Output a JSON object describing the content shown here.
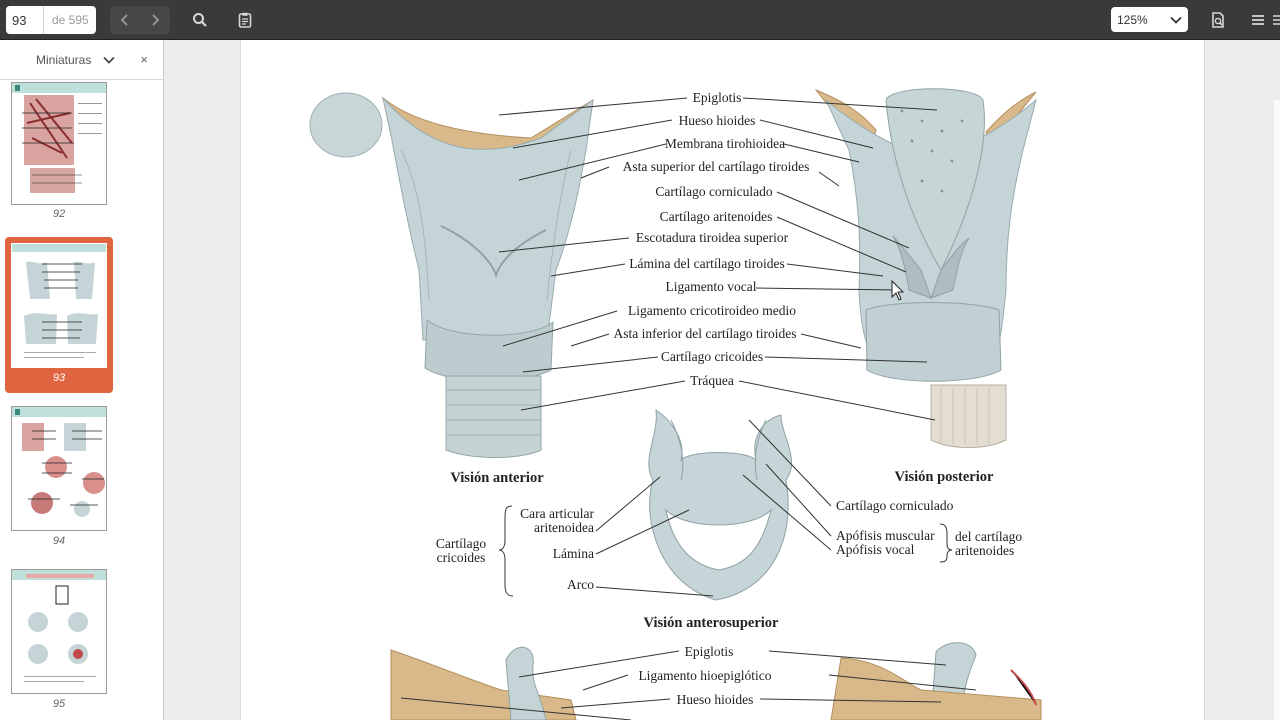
{
  "toolbar": {
    "page_current": "93",
    "page_total_label": "de 595",
    "zoom": "125%",
    "icons": [
      "chevron-left-icon",
      "chevron-right-icon",
      "search-icon",
      "clipboard-icon",
      "chevron-down-icon",
      "document-icon",
      "menu-icon"
    ]
  },
  "sidebar": {
    "label": "Miniaturas",
    "close": "×",
    "thumbnails": [
      {
        "page": "92"
      },
      {
        "page": "93",
        "selected": true
      },
      {
        "page": "94"
      },
      {
        "page": "95"
      }
    ]
  },
  "figure": {
    "top_labels": [
      "Epiglotis",
      "Hueso hioides",
      "Membrana tirohioidea",
      "Asta superior del cartílago tiroides",
      "Cartílago corniculado",
      "Cartílago aritenoides",
      "Escotadura tiroidea superior",
      "Lámina del cartílago tiroides",
      "Ligamento vocal",
      "Ligamento cricotiroideo medio",
      "Asta inferior del cartílago tiroides",
      "Cartílago cricoides",
      "Tráquea"
    ],
    "view_anterior": "Visión anterior",
    "view_posterior": "Visión posterior",
    "cricoid_group": "Cartílago cricoides",
    "cricoid_parts": [
      "Cara articular aritenoidea",
      "Lámina",
      "Arco"
    ],
    "arytenoid_parts": [
      "Cartílago corniculado",
      "Apófisis muscular",
      "Apófisis vocal"
    ],
    "arytenoid_group": "del cartílago aritenoides",
    "view_anterosuperior": "Visión anterosuperior",
    "bottom_labels": [
      "Epiglotis",
      "Ligamento hioepiglótico",
      "Hueso hioides"
    ]
  },
  "colors": {
    "toolbar": "#3a3a3a",
    "accent_selected": "#e0643f",
    "cartilage": "#c5d4d6",
    "bone": "#d9b98a"
  }
}
